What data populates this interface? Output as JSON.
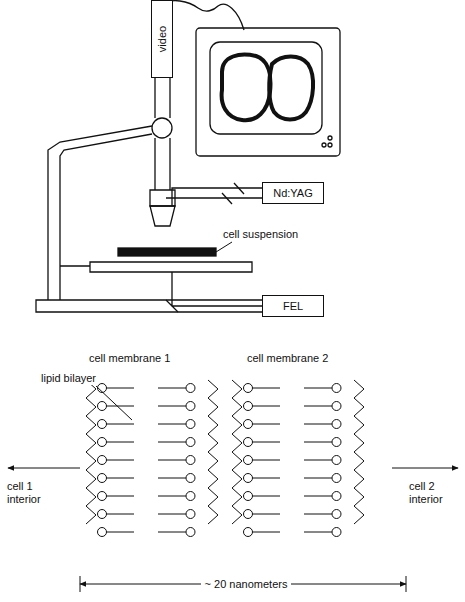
{
  "diagram": {
    "nodes": [
      {
        "text": [
          "video"
        ]
      },
      {
        "text": [
          "Nd:YAG"
        ]
      },
      {
        "text": [
          "FEL"
        ]
      }
    ],
    "labels": [
      "cell suspension",
      "cell membrane 1",
      "cell membrane 2",
      "lipid bilayer",
      "cell 1 interior",
      "cell 2 interior",
      "~ 20 nanometers"
    ]
  }
}
